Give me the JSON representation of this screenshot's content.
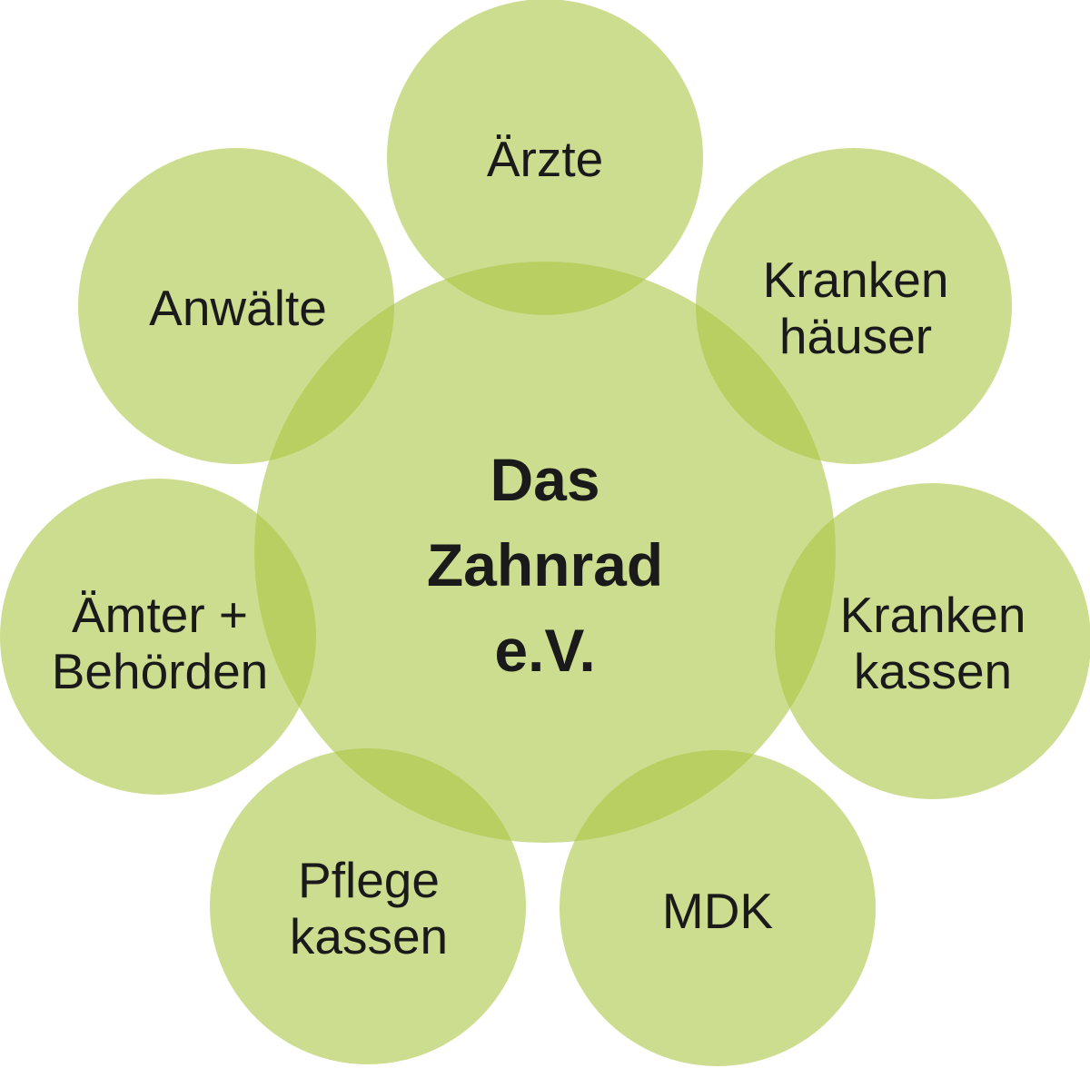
{
  "colors": {
    "circle_fill": "#acc644",
    "circle_opacity": 0.6,
    "text": "#1a1a1a"
  },
  "center": {
    "lines": [
      "Das",
      "Zahnrad",
      "e.V."
    ]
  },
  "nodes": [
    {
      "id": "aerzte",
      "lines": [
        "Ärzte"
      ]
    },
    {
      "id": "krankenhaeuser",
      "lines": [
        "Kranken",
        "häuser"
      ]
    },
    {
      "id": "krankenkassen",
      "lines": [
        "Kranken",
        "kassen"
      ]
    },
    {
      "id": "mdk",
      "lines": [
        "MDK"
      ]
    },
    {
      "id": "pflegekassen",
      "lines": [
        "Pflege",
        "kassen"
      ]
    },
    {
      "id": "aemter",
      "lines": [
        "Ämter +",
        "Behörden"
      ]
    },
    {
      "id": "anwaelte",
      "lines": [
        "Anwälte"
      ]
    }
  ]
}
